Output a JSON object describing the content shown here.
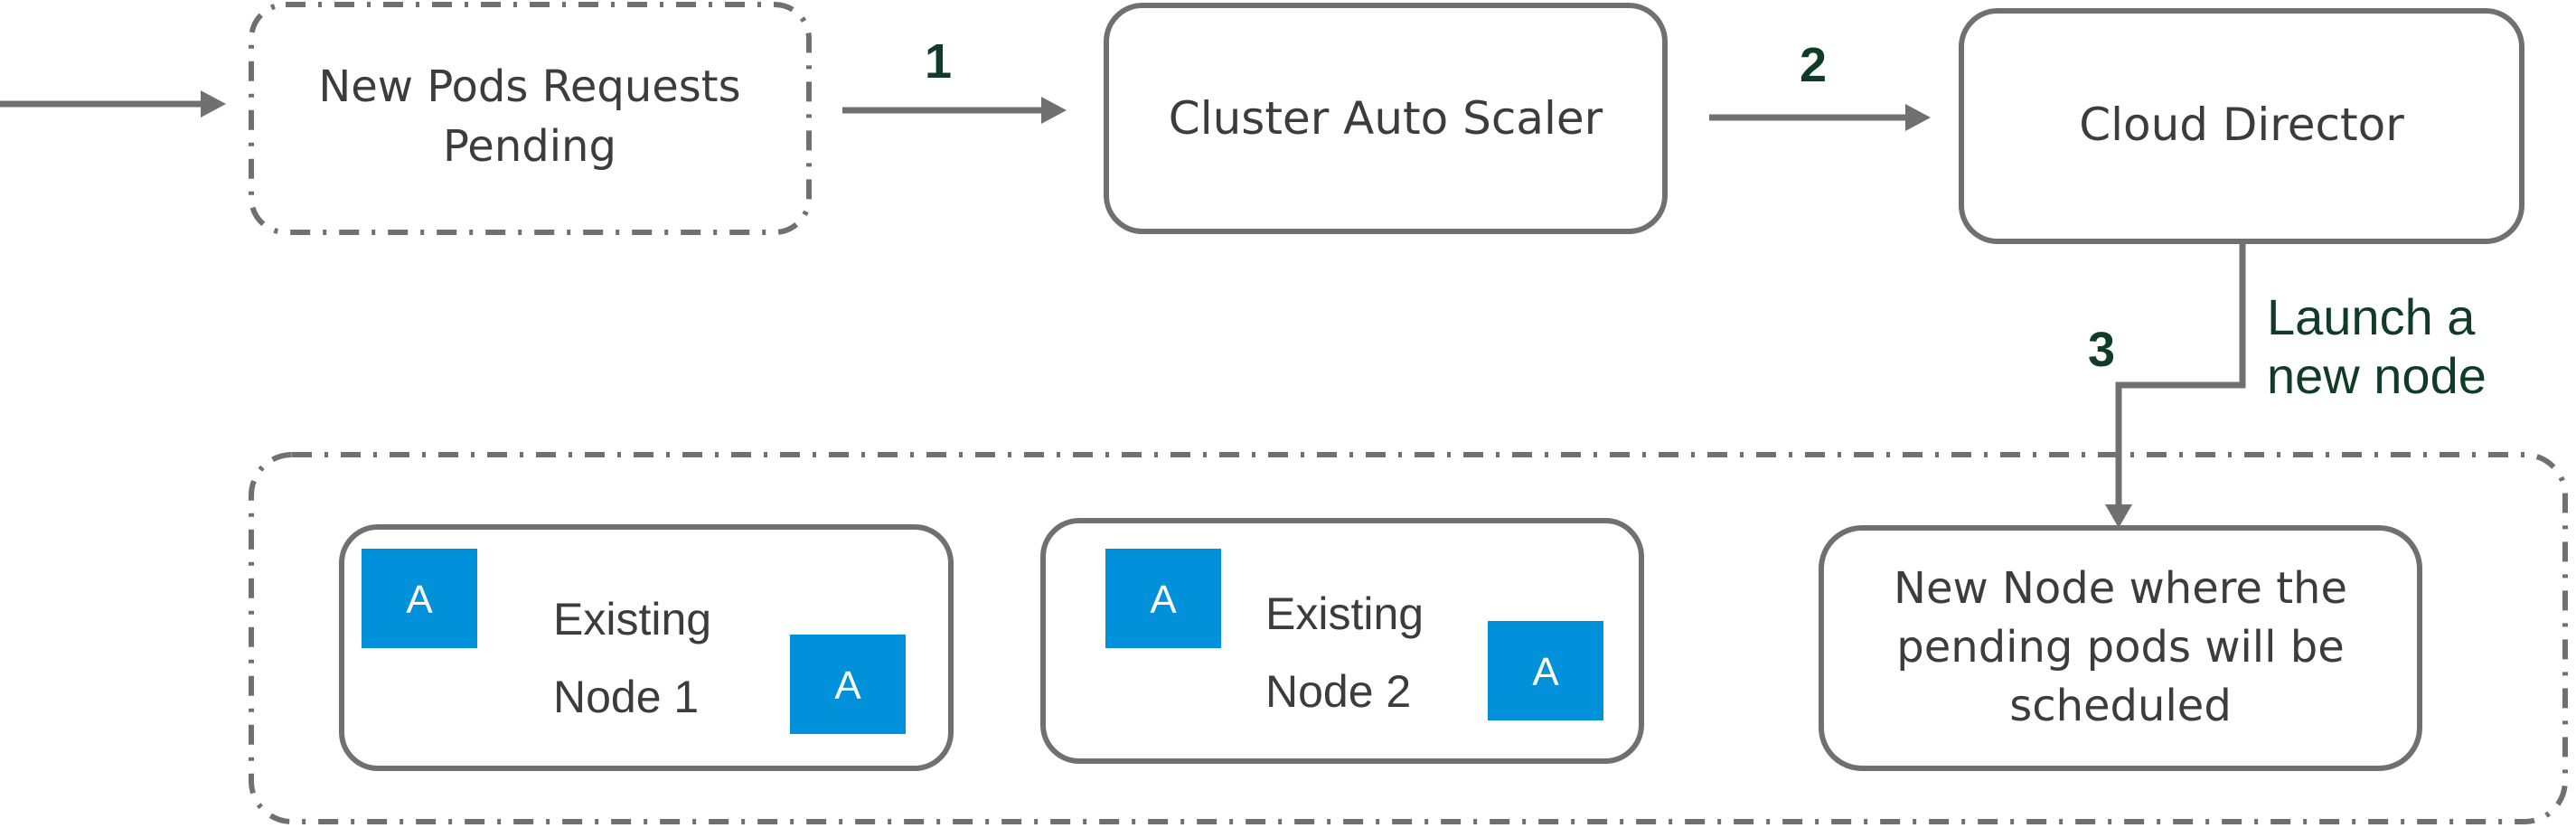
{
  "diagram": {
    "colors": {
      "stroke": "#707073",
      "text": "#3c3c3c",
      "step_label": "#0f3b27",
      "pod_fill": "#0091da",
      "pod_text": "#ffffff"
    },
    "boxes": {
      "pending": {
        "lines": [
          "New Pods Requests",
          "Pending"
        ],
        "style": "dash-dot"
      },
      "autoscaler": {
        "lines": [
          "Cluster Auto Scaler"
        ]
      },
      "cloud_director": {
        "lines": [
          "Cloud Director"
        ]
      },
      "existing_node_1": {
        "lines": [
          "Existing",
          "Node 1"
        ],
        "pods": [
          "A",
          "A"
        ]
      },
      "existing_node_2": {
        "lines": [
          "Existing",
          "Node 2"
        ],
        "pods": [
          "A",
          "A"
        ]
      },
      "new_node": {
        "lines": [
          "New Node where the",
          "pending pods will be",
          "scheduled"
        ]
      }
    },
    "steps": [
      {
        "number": "1",
        "from": "New Pods Requests Pending",
        "to": "Cluster Auto Scaler"
      },
      {
        "number": "2",
        "from": "Cluster Auto Scaler",
        "to": "Cloud Director"
      },
      {
        "number": "3",
        "from": "Cloud Director",
        "to": "New Node",
        "annotation": [
          "Launch a",
          "new node"
        ]
      }
    ],
    "cluster_group": {
      "style": "dash-dot",
      "contains": [
        "Existing Node 1",
        "Existing Node 2",
        "New Node"
      ]
    }
  }
}
